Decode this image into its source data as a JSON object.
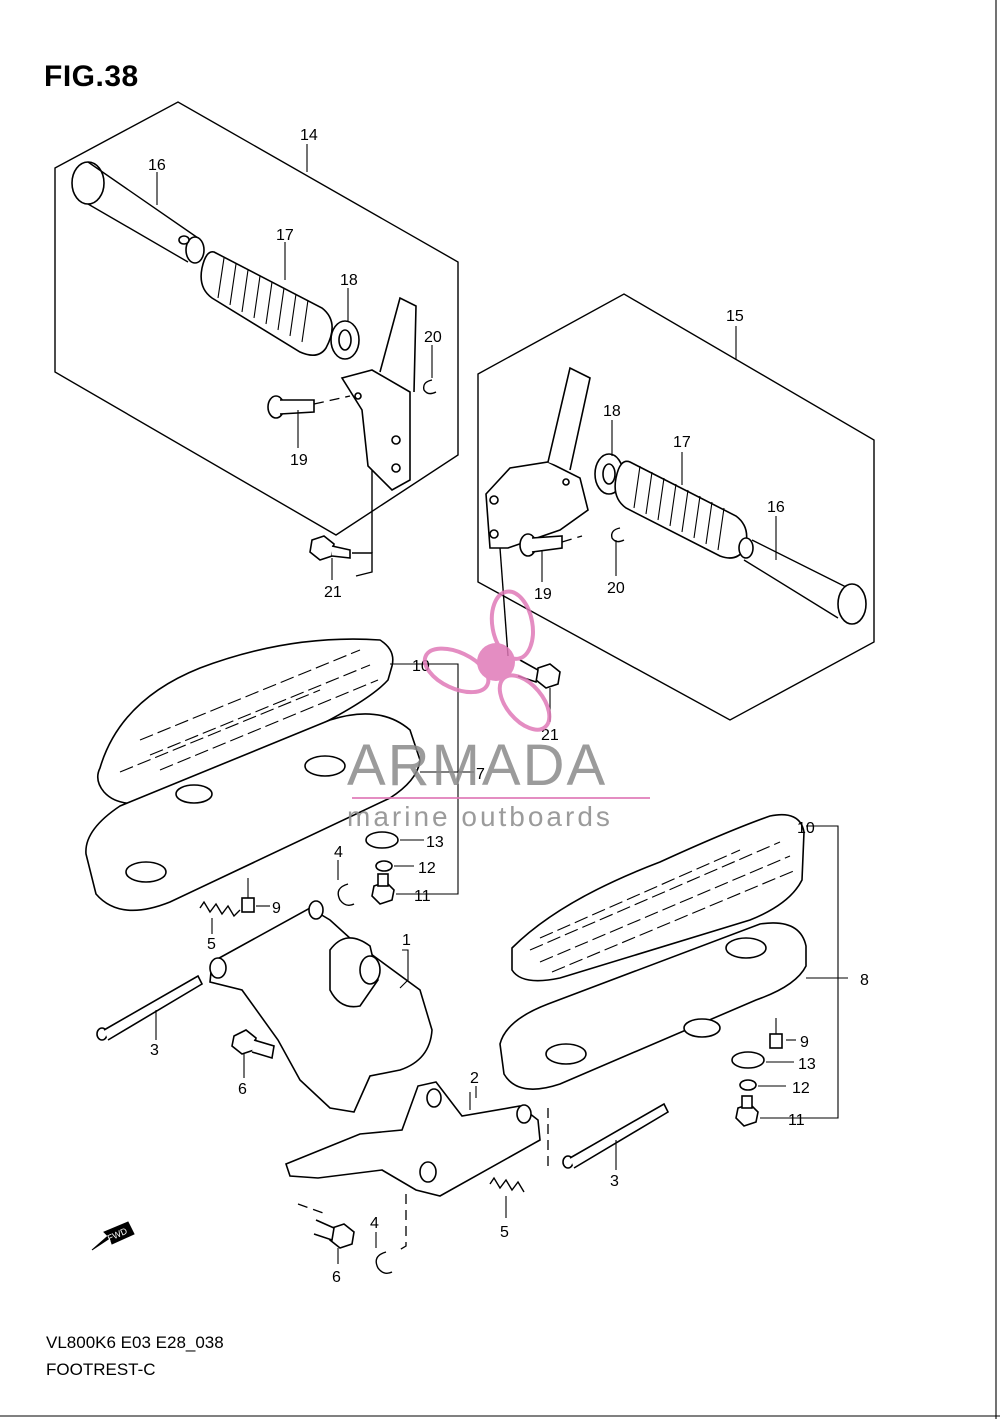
{
  "figure": {
    "title": "FIG.38",
    "model_code": "VL800K6 E03 E28_038",
    "section_name": "FOOTREST-C"
  },
  "watermark": {
    "brand": "ARMADA",
    "tagline": "marine outboards",
    "logo_color": "#e07ab8",
    "text_color": "#8a8a8a"
  },
  "direction_badge": "FWD",
  "callouts": {
    "c14": "14",
    "c16a": "16",
    "c17a": "17",
    "c18a": "18",
    "c20a": "20",
    "c19a": "19",
    "c21a": "21",
    "c15": "15",
    "c18b": "18",
    "c17b": "17",
    "c16b": "16",
    "c19b": "19",
    "c20b": "20",
    "c21b": "21",
    "c10a": "10",
    "c7": "7",
    "c13a": "13",
    "c4a": "4",
    "c12a": "12",
    "c11a": "11",
    "c9a": "9",
    "c5a": "5",
    "c1": "1",
    "c3a": "3",
    "c6a": "6",
    "c10b": "10",
    "c8": "8",
    "c9b": "9",
    "c13b": "13",
    "c12b": "12",
    "c11b": "11",
    "c2": "2",
    "c3b": "3",
    "c5b": "5",
    "c4b": "4",
    "c6b": "6"
  }
}
